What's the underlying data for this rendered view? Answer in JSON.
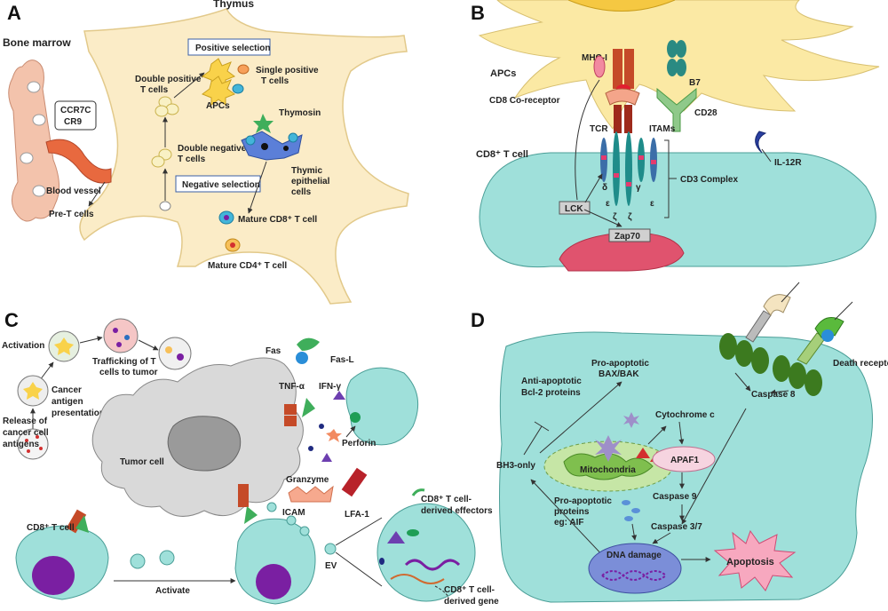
{
  "panels": {
    "a": {
      "letter": "A",
      "title": "Thymus",
      "bone_marrow": "Bone marrow",
      "receptors": [
        "CCR7C",
        "CR9"
      ],
      "blood_vessel": "Blood vessel",
      "pre_t": "Pre-T cells",
      "positive_selection": "Positive selection",
      "negative_selection": "Negative selection",
      "double_positive": [
        "Double positive",
        "T cells"
      ],
      "double_negative": [
        "Double negative",
        "T cells"
      ],
      "single_positive": [
        "Single positive",
        "T cells"
      ],
      "apcs": "APCs",
      "thymosin": "Thymosin",
      "thymic_epithelial": [
        "Thymic",
        "epithelial",
        "cells"
      ],
      "mature_cd8": "Mature CD8⁺ T cell",
      "mature_cd4": "Mature CD4⁺ T cell"
    },
    "b": {
      "letter": "B",
      "apcs": "APCs",
      "mhc": "MHC-I",
      "co_receptor": "CD8 Co-receptor",
      "b7": "B7",
      "cd28": "CD28",
      "cd8_t_cell": "CD8⁺ T cell",
      "tcr": "TCR",
      "itams": "ITAMs",
      "il12r": "IL-12R",
      "cd3_complex": "CD3 Complex",
      "lck": "LCK",
      "zap70": "Zap70",
      "greek": {
        "delta": "δ",
        "gamma": "γ",
        "epsilon": "ε",
        "zeta": "ζ"
      }
    },
    "c": {
      "letter": "C",
      "activation": "Activation",
      "trafficking": [
        "Trafficking of T",
        "cells to tumor"
      ],
      "cancer_antigen": [
        "Cancer",
        "antigen",
        "presentation"
      ],
      "release": [
        "Release of",
        "cancer cell",
        "antigens"
      ],
      "tumor_cell": "Tumor cell",
      "fas": "Fas",
      "fas_l": "Fas-L",
      "tnf": "TNF-α",
      "ifn": "IFN-γ",
      "perforin": "Perforin",
      "granzyme": "Granzyme",
      "icam": "ICAM",
      "lfa1": "LFA-1",
      "cd8_t_cell": "CD8⁺ T cell",
      "activate": "Activate",
      "ev": "EV",
      "effectors": [
        "CD8⁺ T cell-",
        "derived effectors"
      ],
      "gene": [
        "CD8⁺ T cell-",
        "derived gene"
      ]
    },
    "d": {
      "letter": "D",
      "pro_apoptotic_bax": [
        "Pro-apoptotic",
        "BAX/BAK"
      ],
      "anti_apoptotic": [
        "Anti-apoptotic",
        "Bcl-2 proteins"
      ],
      "cytochrome": "Cytochrome c",
      "death_receptors": "Death receptors",
      "caspase8": "Caspase 8",
      "bh3": "BH3-only",
      "mitochondria": "Mitochondria",
      "apaf1": "APAF1",
      "caspase9": "Caspase 9",
      "pro_apoptotic_aif": [
        "Pro-apoptotic",
        "proteins",
        "eg: AIF"
      ],
      "caspase37": "Caspase 3/7",
      "dna_damage": "DNA damage",
      "apoptosis": "Apoptosis"
    }
  },
  "colors": {
    "cyan_cell": "#9fe0da",
    "thymus": "#fbecc7",
    "apc_yellow": "#f9e49b",
    "tumor": "#d9d9d9",
    "nucleus": "#7a1fa2",
    "red": "#d32f2f",
    "green": "#1e9e55",
    "pink": "#f06292"
  }
}
